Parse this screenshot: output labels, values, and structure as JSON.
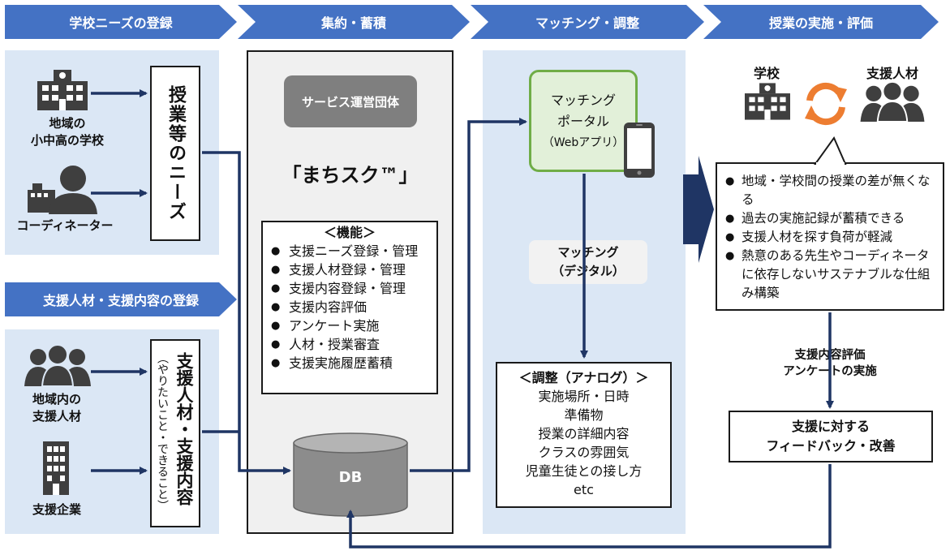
{
  "headers": {
    "step1": "学校ニーズの登録",
    "step2": "集約・蓄積",
    "step3": "マッチング・調整",
    "step4": "授業の実施・評価",
    "step1b": "支援人材・支援内容の登録"
  },
  "left_top": {
    "school_label": "地域の\n小中高の学校",
    "coordinator_label": "コーディネーター",
    "needs_box": "授業等のニーズ"
  },
  "left_bottom": {
    "people_label": "地域内の\n支援人材",
    "company_label": "支援企業",
    "support_box_main": "支援人材・支援内容",
    "support_box_sub": "（やりたいこと・できること）"
  },
  "center": {
    "org_label": "サービス運営団体",
    "service_name": "「まちスク™」",
    "features_title": "＜機能＞",
    "features": [
      "支援ニーズ登録・管理",
      "支援人材登録・管理",
      "支援内容登録・管理",
      "支援内容評価",
      "アンケート実施",
      "人材・授業審査",
      "支援実施履歴蓄積"
    ],
    "db_label": "DB"
  },
  "matching": {
    "portal_line1": "マッチング",
    "portal_line2": "ポータル",
    "portal_line3": "（Webアプリ）",
    "digital_line1": "マッチング",
    "digital_line2": "（デジタル）",
    "adjust_title": "＜調整（アナログ）＞",
    "adjust_items": [
      "実施場所・日時",
      "準備物",
      "授業の詳細内容",
      "クラスの雰囲気",
      "児童生徒との接し方",
      "etc"
    ]
  },
  "right": {
    "school_label": "学校",
    "people_label": "支援人材",
    "benefits": [
      "地域・学校間の授業の差が無くなる",
      "過去の実施記録が蓄積できる",
      "支援人材を探す負荷が軽減",
      "熱意のある先生やコーディネータに依存しないサステナブルな仕組み構築"
    ],
    "eval_line1": "支援内容評価",
    "eval_line2": "アンケートの実施",
    "feedback_line1": "支援に対する",
    "feedback_line2": "フィードバック・改善"
  },
  "colors": {
    "header_blue": "#4472c4",
    "navy": "#1f3564",
    "panel": "#dbe7f5",
    "gray_panel": "#f0f0f0",
    "green_border": "#70ad47",
    "green_fill": "#e2f0d9",
    "orange": "#ed7d31"
  }
}
